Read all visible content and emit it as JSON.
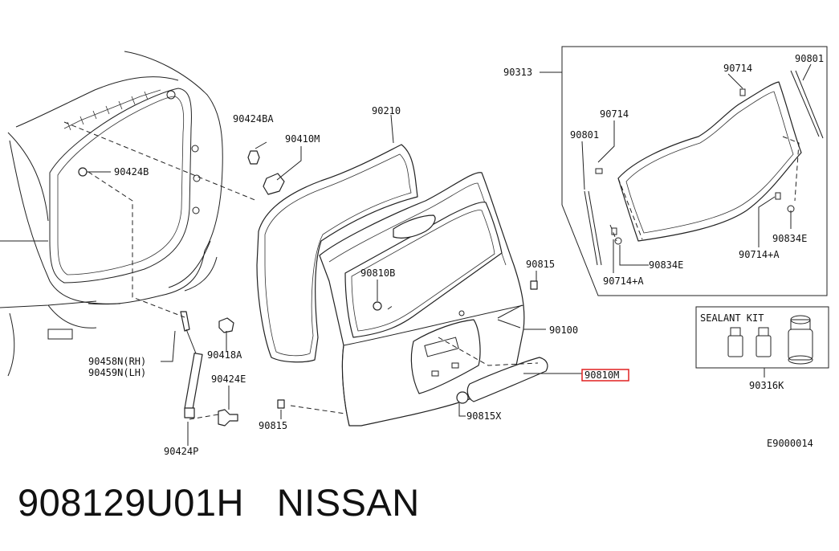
{
  "diagram": {
    "part_labels": {
      "p90313": "90313",
      "p90714_top": "90714",
      "p90801_top": "90801",
      "p90714_mid": "90714",
      "p90801_left": "90801",
      "p90834e_right": "90834E",
      "p90714a_right": "90714+A",
      "p90834e_left": "90834E",
      "p90714a_left": "90714+A",
      "p90424ba": "90424BA",
      "p90410m": "90410M",
      "p90424b": "90424B",
      "p90210": "90210",
      "p90810b": "90810B",
      "p90815_top": "90815",
      "p90100": "90100",
      "p90810m": "90810M",
      "p90815x": "90815X",
      "p90815_bottom": "90815",
      "p90418a": "90418A",
      "p90424e": "90424E",
      "p90458n": "90458N(RH)",
      "p90459n": "90459N(LH)",
      "p90424p": "90424P",
      "p90316k": "90316K"
    },
    "sealant_kit_label": "SEALANT KIT",
    "diagram_code": "E9000014",
    "highlight_color": "#e02020"
  },
  "caption": {
    "part_number": "908129U01H",
    "brand": "NISSAN"
  }
}
